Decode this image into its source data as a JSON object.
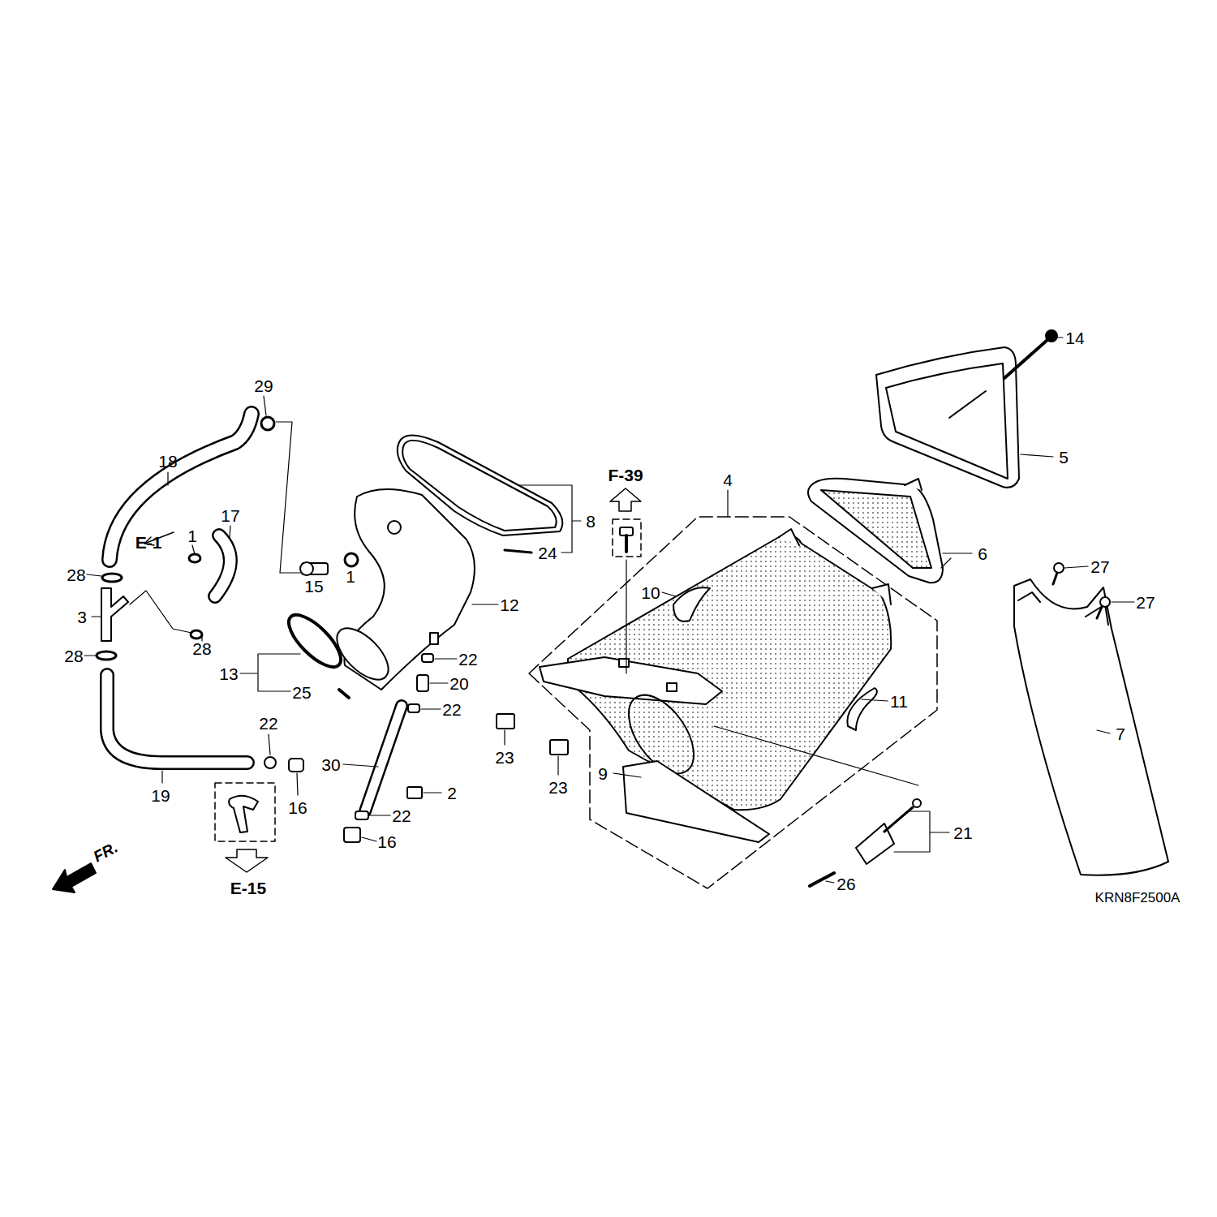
{
  "diagram": {
    "labels": [
      "14",
      "29",
      "18",
      "5",
      "F-39",
      "4",
      "17",
      "8",
      "1",
      "E-1",
      "6",
      "24",
      "28",
      "15",
      "1",
      "27",
      "10",
      "12",
      "27",
      "3",
      "28",
      "28",
      "22",
      "13",
      "20",
      "25",
      "11",
      "22",
      "7",
      "22",
      "30",
      "23",
      "9",
      "23",
      "2",
      "19",
      "16",
      "22",
      "21",
      "16",
      "26",
      "E-15",
      "FR.",
      "KRN8F2500A"
    ]
  }
}
